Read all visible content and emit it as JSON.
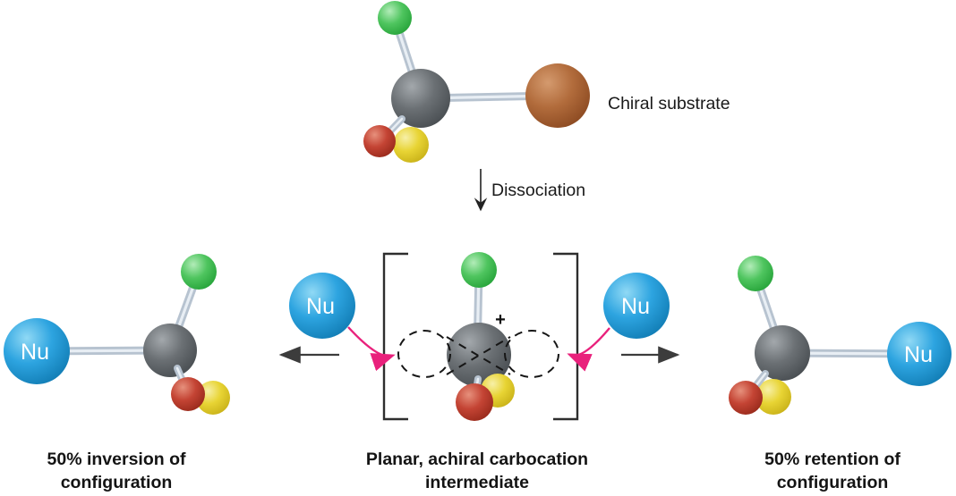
{
  "labels": {
    "chiral_substrate": "Chiral substrate",
    "dissociation": "Dissociation",
    "nucleophile": "Nu",
    "plus_charge": "+"
  },
  "captions": {
    "inversion": {
      "line1": "50% inversion of",
      "line2": "configuration"
    },
    "intermediate": {
      "line1": "Planar, achiral carbocation",
      "line2": "intermediate"
    },
    "retention": {
      "line1": "50% retention of",
      "line2": "configuration"
    }
  },
  "colors": {
    "carbon_gray": "#5d6266",
    "substituent_green": "#3cb54d",
    "substituent_red": "#bf3a28",
    "substituent_yellow": "#e2cc2d",
    "leaving_group_brown": "#b06a3a",
    "nucleophile_blue": "#2094d4",
    "bond_silver": "#b7c3d0",
    "attack_arrow_pink": "#e9217c",
    "reaction_arrow_black": "#3c3c3c",
    "text_black": "#1a1a1a",
    "background": "#ffffff"
  }
}
